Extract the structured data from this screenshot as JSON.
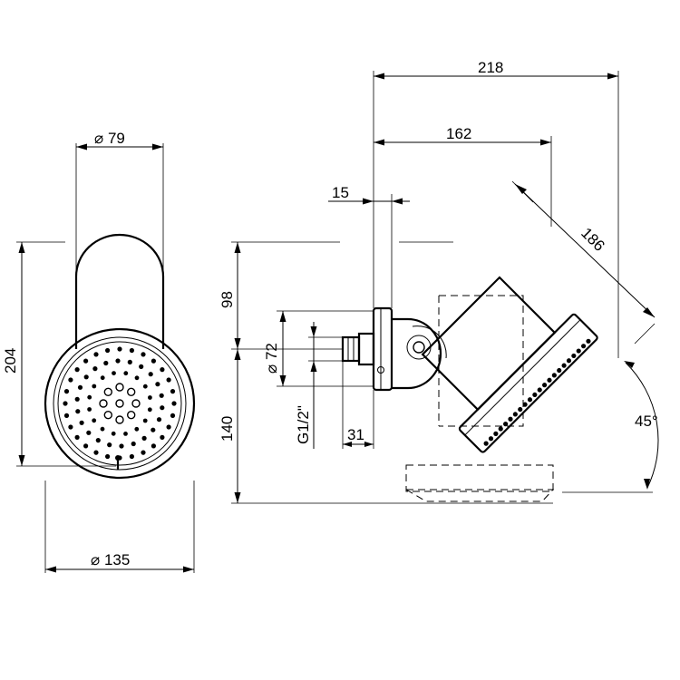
{
  "front_view": {
    "width_top": "⌀ 79",
    "height_total": "204",
    "width_bottom": "⌀ 135"
  },
  "side_view": {
    "overall_depth": "218",
    "depth_to_head": "162",
    "plate_offset": "15",
    "head_length": "186",
    "upper_height": "98",
    "flange_diameter": "⌀ 72",
    "thread": "G1/2\"",
    "lower_height": "140",
    "connector_length": "31",
    "tilt_angle": "45°"
  }
}
